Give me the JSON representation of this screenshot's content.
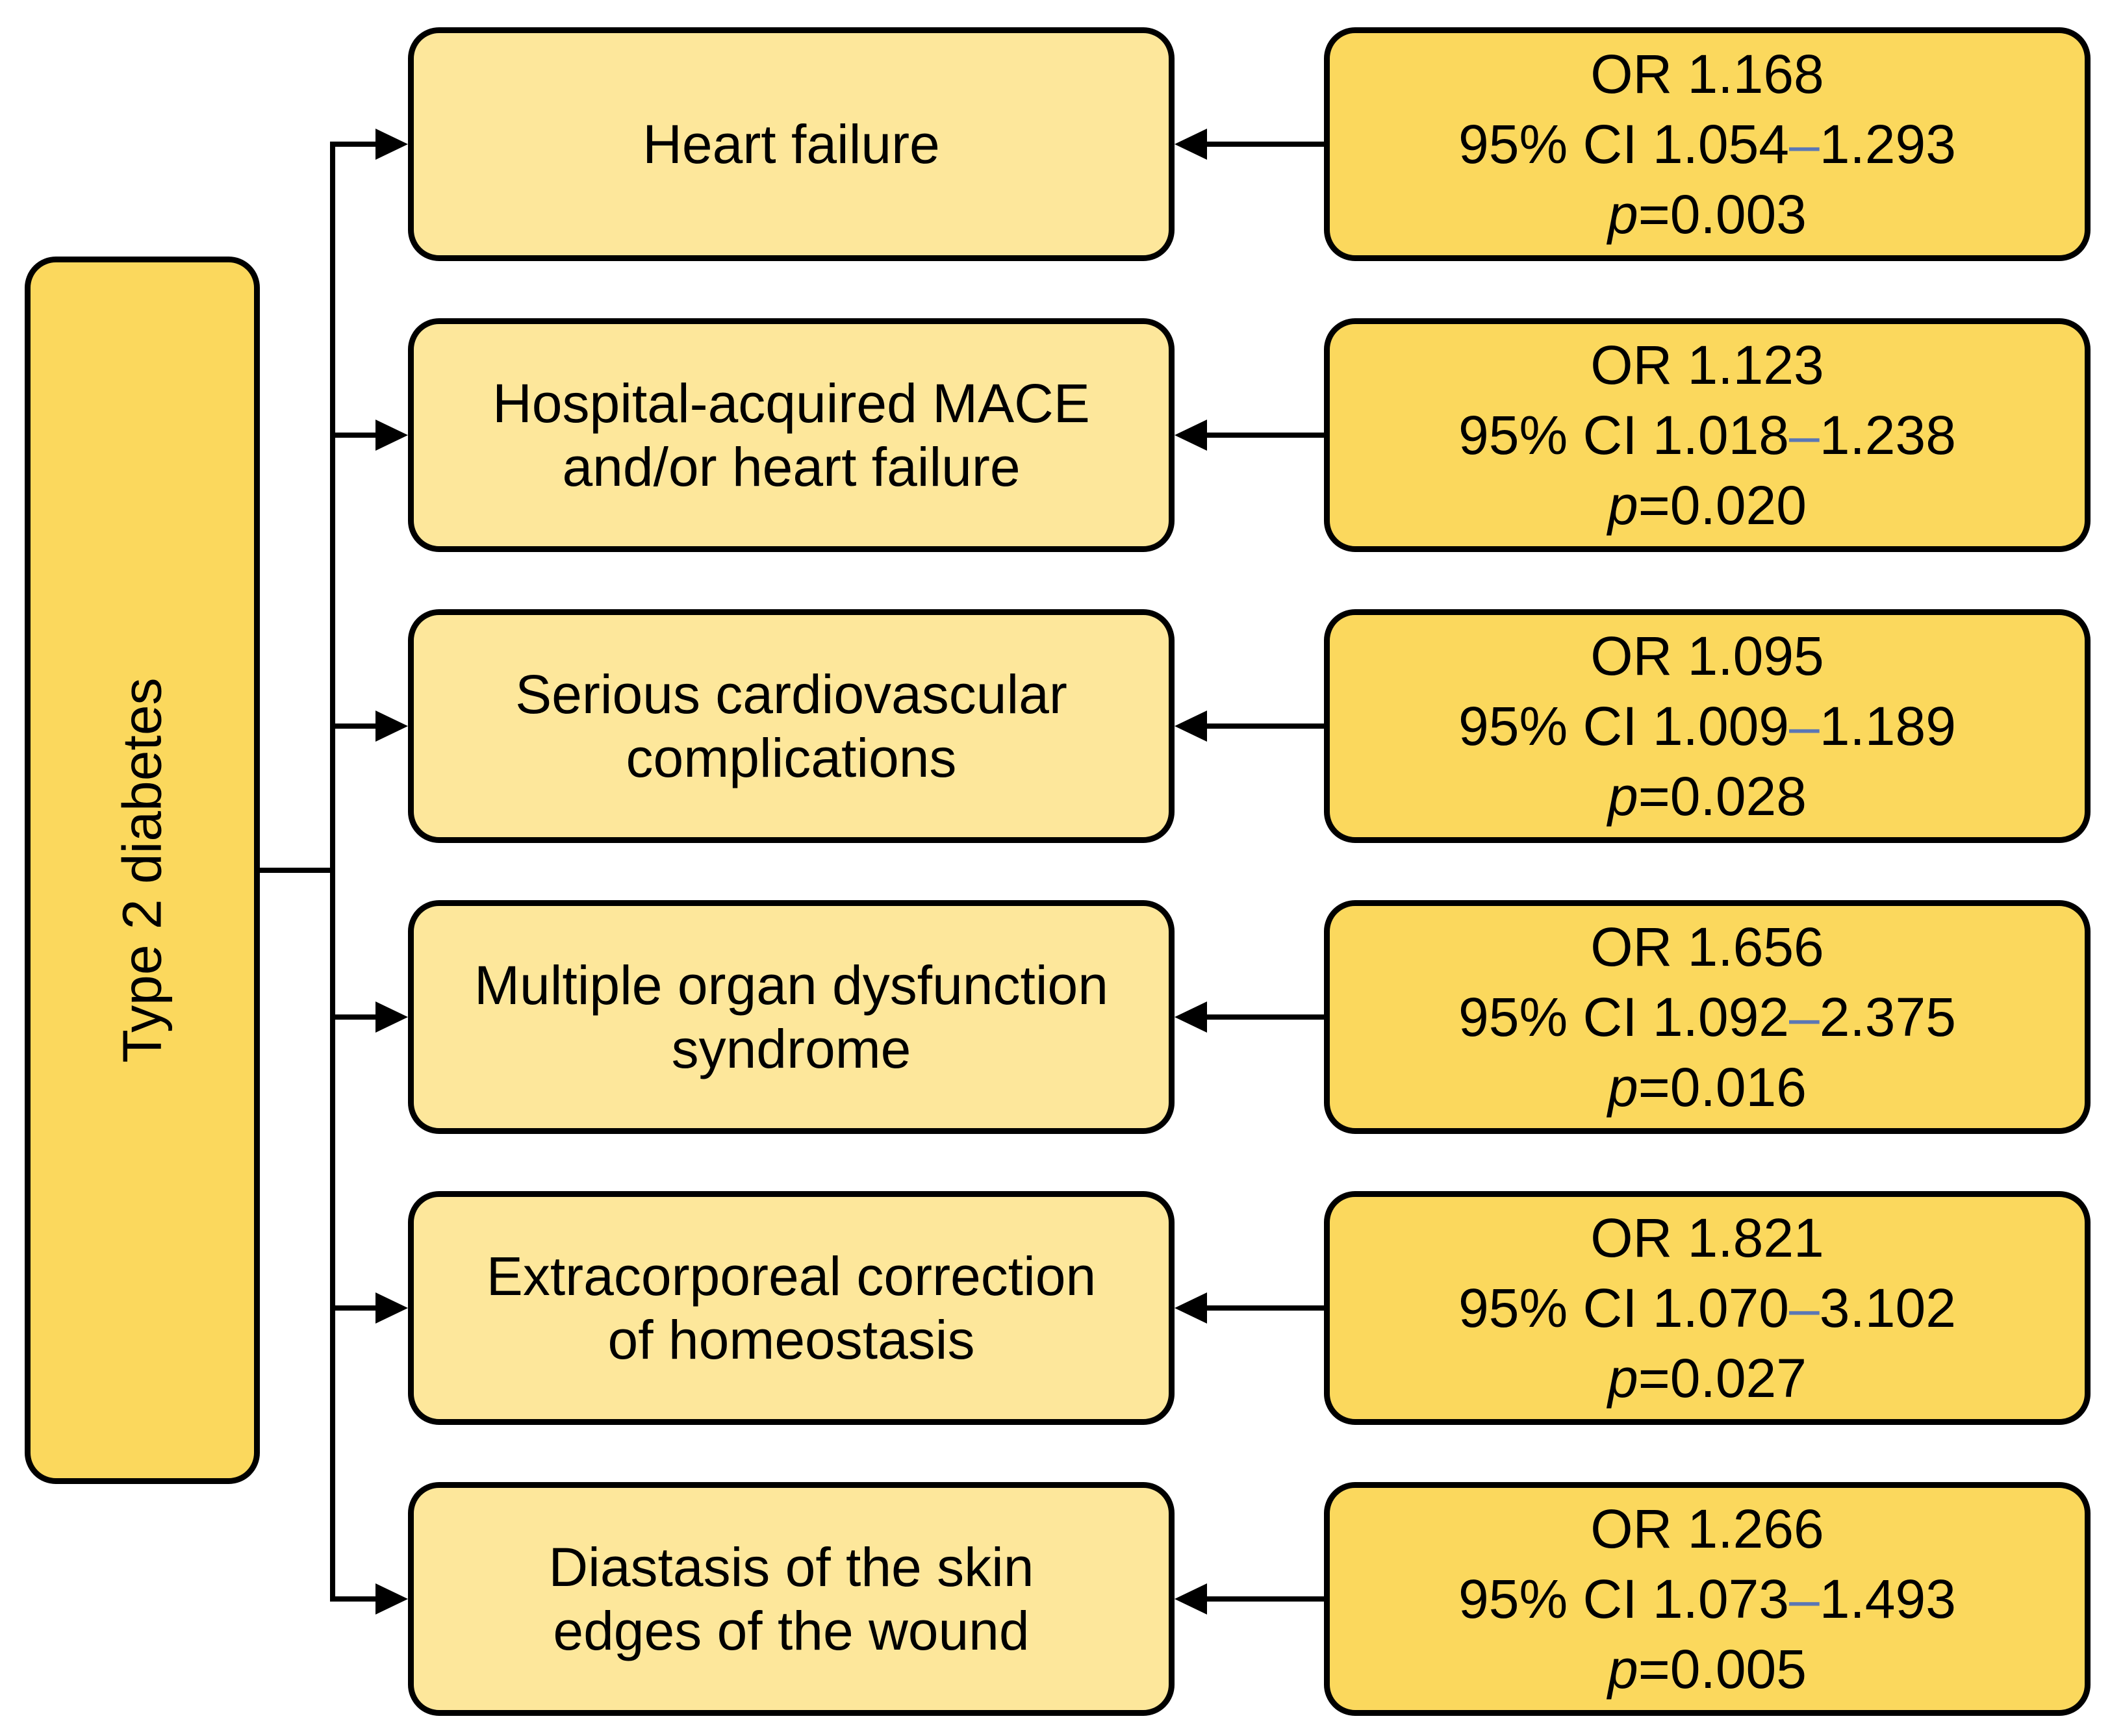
{
  "root": {
    "label": "Type 2 diabetes"
  },
  "rows": [
    {
      "outcome": [
        "Heart failure"
      ],
      "or": "OR 1.168",
      "ci_prefix": "95% CI 1.054",
      "ci_dash": "–",
      "ci_upper": "1.293",
      "p_symbol": "p",
      "p_value": "=0.003"
    },
    {
      "outcome": [
        "Hospital-acquired MACE",
        "and/or heart failure"
      ],
      "or": "OR 1.123",
      "ci_prefix": "95% CI 1.018",
      "ci_dash": "–",
      "ci_upper": "1.238",
      "p_symbol": "p",
      "p_value": "=0.020"
    },
    {
      "outcome": [
        "Serious cardiovascular",
        "complications"
      ],
      "or": "OR 1.095",
      "ci_prefix": "95% CI 1.009",
      "ci_dash": "–",
      "ci_upper": "1.189",
      "p_symbol": "p",
      "p_value": "=0.028"
    },
    {
      "outcome": [
        "Multiple organ dysfunction",
        "syndrome"
      ],
      "or": "OR 1.656",
      "ci_prefix": "95% CI 1.092",
      "ci_dash": "–",
      "ci_upper": "2.375",
      "p_symbol": "p",
      "p_value": "=0.016"
    },
    {
      "outcome": [
        "Extracorporeal correction",
        "of homeostasis"
      ],
      "or": "OR 1.821",
      "ci_prefix": "95% CI 1.070",
      "ci_dash": "–",
      "ci_upper": "3.102",
      "p_symbol": "p",
      "p_value": "=0.027"
    },
    {
      "outcome": [
        "Diastasis of the skin",
        "edges of the wound"
      ],
      "or": "OR 1.266",
      "ci_prefix": "95% CI 1.073",
      "ci_dash": "–",
      "ci_upper": "1.493",
      "p_symbol": "p",
      "p_value": "=0.005"
    }
  ],
  "colors": {
    "root_fill": "#fbd85d",
    "outcome_fill": "#fde79b",
    "stats_fill": "#fbd85d",
    "stroke": "#000000",
    "ci_dash": "#5b77b5"
  }
}
